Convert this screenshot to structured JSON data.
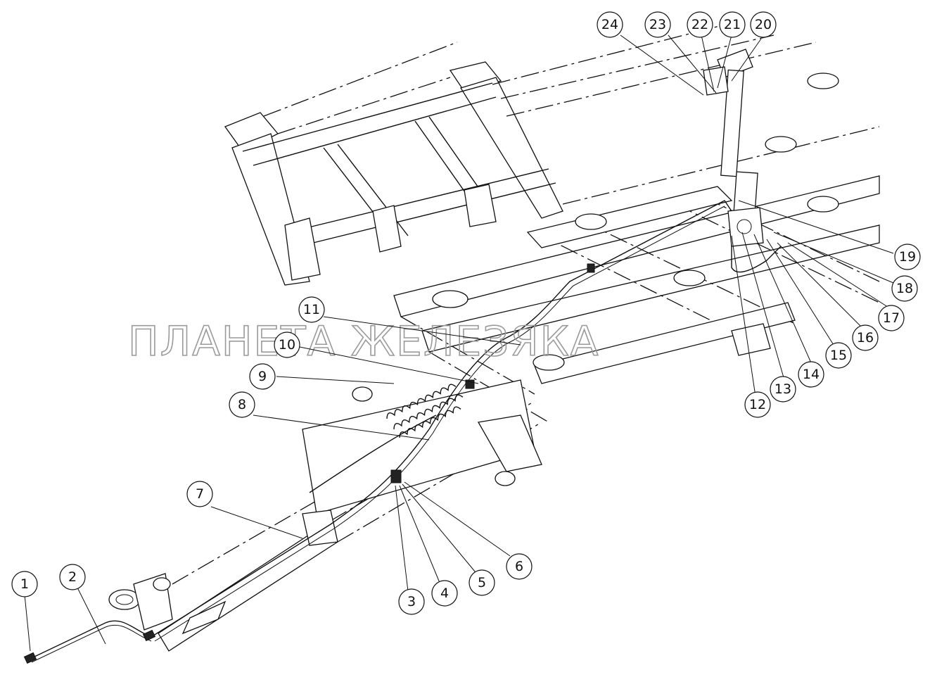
{
  "watermark": "ПЛАНЕТА ЖЕЛЕЗЯКА",
  "callouts": [
    "1",
    "2",
    "3",
    "4",
    "5",
    "6",
    "7",
    "8",
    "9",
    "10",
    "11",
    "12",
    "13",
    "14",
    "15",
    "16",
    "17",
    "18",
    "19",
    "20",
    "21",
    "22",
    "23",
    "24"
  ]
}
